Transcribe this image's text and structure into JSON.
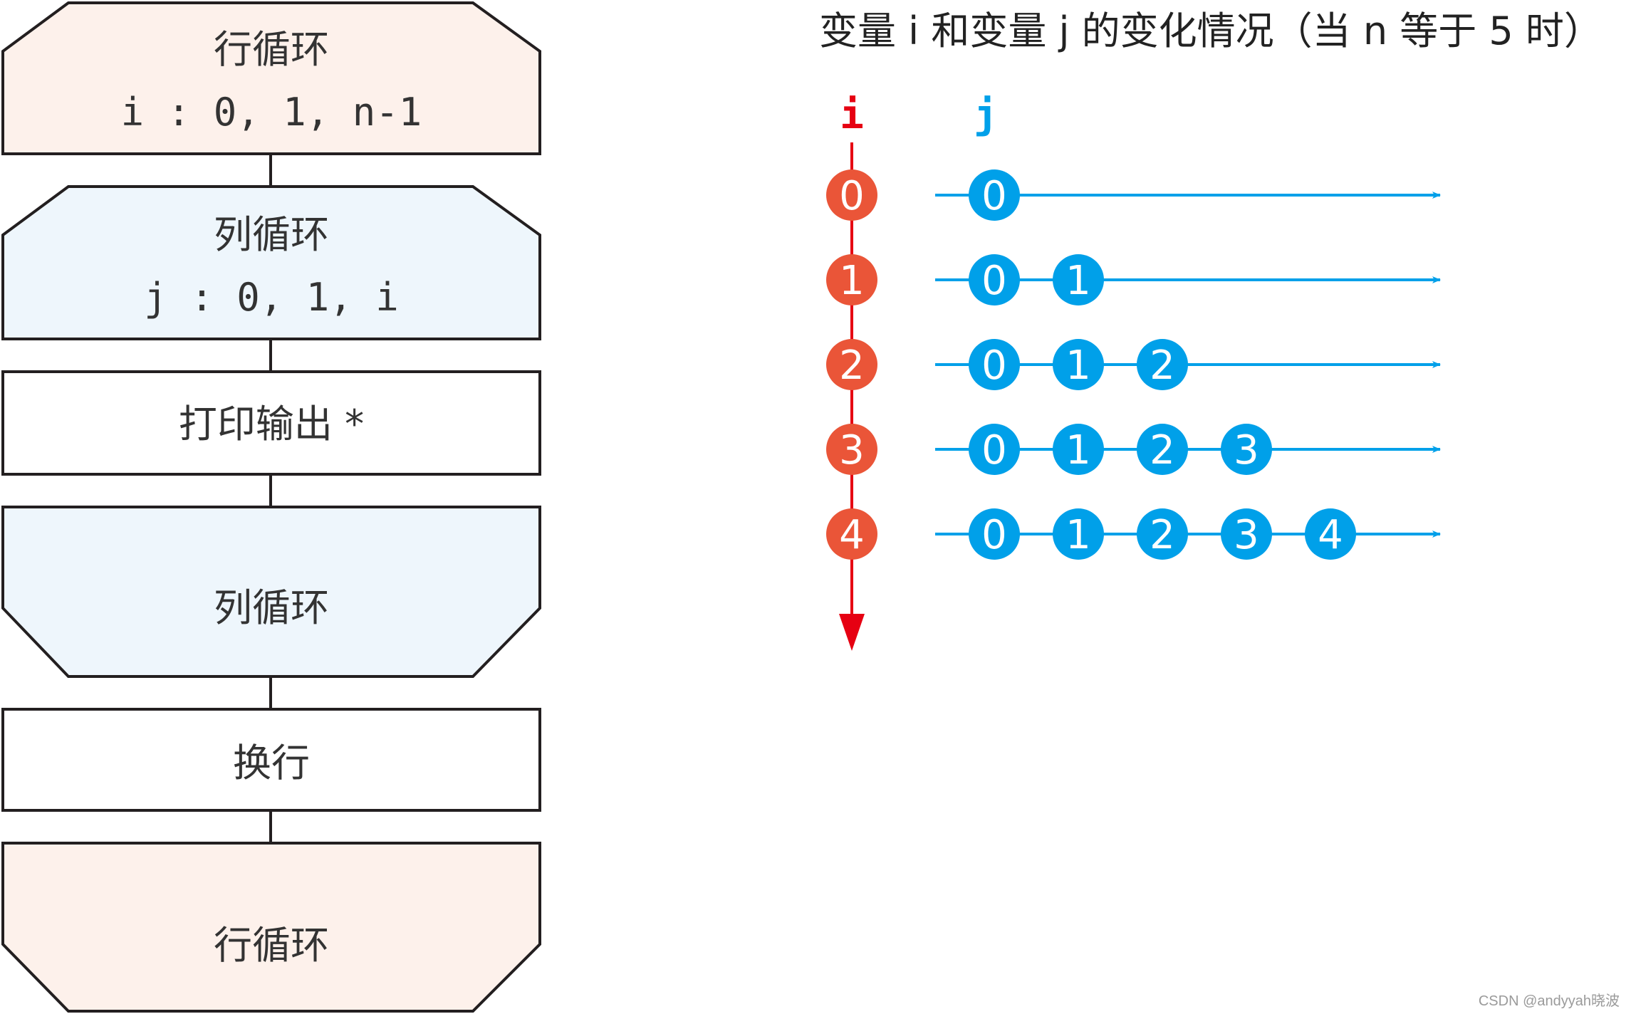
{
  "colors": {
    "outer_loop_fill": "#fdf1eb",
    "inner_loop_fill": "#eef6fc",
    "process_fill": "#ffffff",
    "stroke": "#231f20",
    "i_color": "#e60012",
    "i_node": "#ea5538",
    "j_color": "#00a0e9"
  },
  "flowchart": {
    "row_loop_start": {
      "title": "行循环",
      "range": "i : 0, 1, n-1"
    },
    "col_loop_start": {
      "title": "列循环",
      "range": "j : 0, 1, i"
    },
    "print_step": {
      "label": "打印输出 *"
    },
    "col_loop_end": {
      "title": "列循环"
    },
    "newline_step": {
      "label": "换行"
    },
    "row_loop_end": {
      "title": "行循环"
    }
  },
  "trace": {
    "title": "变量 i 和变量 j 的变化情况（当 n 等于 5 时）",
    "i_label": "i",
    "j_label": "j",
    "rows": [
      {
        "i": "0",
        "j": [
          "0"
        ]
      },
      {
        "i": "1",
        "j": [
          "0",
          "1"
        ]
      },
      {
        "i": "2",
        "j": [
          "0",
          "1",
          "2"
        ]
      },
      {
        "i": "3",
        "j": [
          "0",
          "1",
          "2",
          "3"
        ]
      },
      {
        "i": "4",
        "j": [
          "0",
          "1",
          "2",
          "3",
          "4"
        ]
      }
    ]
  },
  "watermark": "CSDN @andyyah晓波"
}
